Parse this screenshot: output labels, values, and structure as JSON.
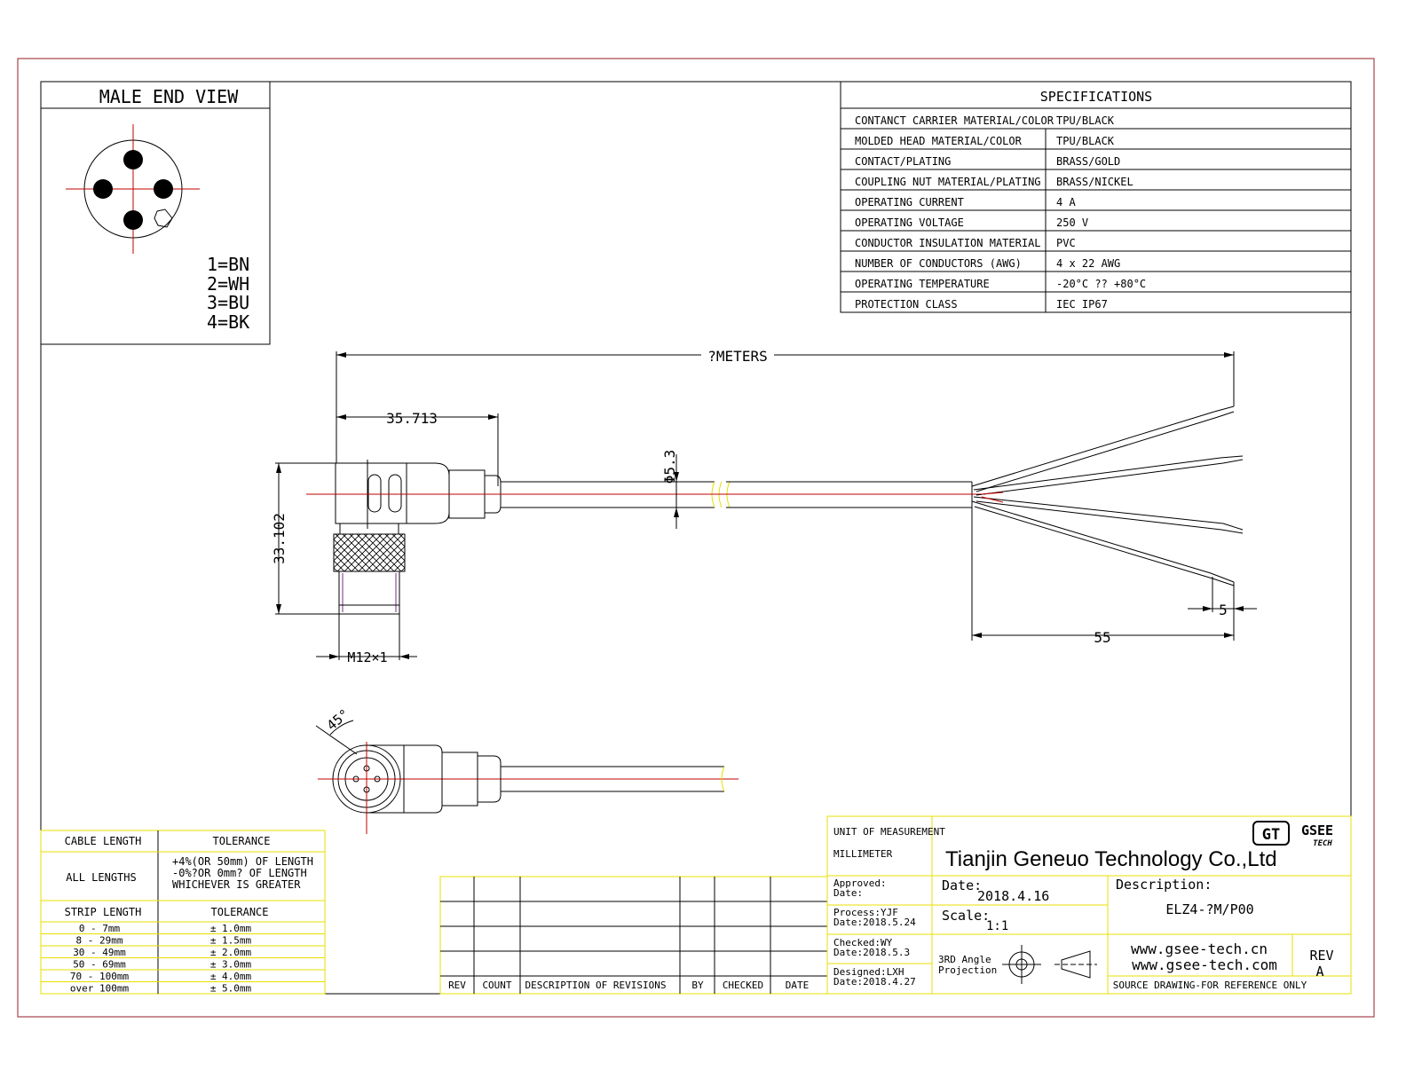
{
  "male_end_view": {
    "title": "MALE END VIEW",
    "pin_legend": [
      "1=BN",
      "2=WH",
      "3=BU",
      "4=BK"
    ]
  },
  "specifications": {
    "title": "SPECIFICATIONS",
    "rows": [
      {
        "label": "CONTANCT CARRIER MATERIAL/COLOR",
        "value": "TPU/BLACK"
      },
      {
        "label": "MOLDED HEAD MATERIAL/COLOR",
        "value": "TPU/BLACK"
      },
      {
        "label": "CONTACT/PLATING",
        "value": "BRASS/GOLD"
      },
      {
        "label": "COUPLING NUT MATERIAL/PLATING",
        "value": "BRASS/NICKEL"
      },
      {
        "label": "OPERATING CURRENT",
        "value": "4 A"
      },
      {
        "label": "OPERATING VOLTAGE",
        "value": "250 V"
      },
      {
        "label": "CONDUCTOR INSULATION MATERIAL",
        "value": "PVC"
      },
      {
        "label": "NUMBER OF CONDUCTORS (AWG)",
        "value": "4 x 22 AWG"
      },
      {
        "label": "OPERATING TEMPERATURE",
        "value": "-20°C ?? +80°C"
      },
      {
        "label": "PROTECTION CLASS",
        "value": "IEC  IP67"
      }
    ]
  },
  "dimensions": {
    "total_length": "?METERS",
    "head_length": "35.713",
    "cable_diameter": "Φ5.3",
    "head_height": "33.102",
    "thread": "M12×1",
    "strip_length": "5",
    "jacket_strip": "55",
    "angle": "45°"
  },
  "tolerance_table": {
    "header_length": "CABLE LENGTH",
    "header_tolerance": "TOLERANCE",
    "all_lengths_label": "ALL LENGTHS",
    "all_lengths_tolerance": [
      "+4%(OR 50mm) OF LENGTH",
      "-0%?OR 0mm? OF LENGTH",
      "WHICHEVER  IS  GREATER"
    ],
    "strip_header_length": "STRIP LENGTH",
    "strip_header_tolerance": "TOLERANCE",
    "strip_rows": [
      {
        "range": "0 - 7mm",
        "tol": "± 1.0mm"
      },
      {
        "range": "8 - 29mm",
        "tol": "± 1.5mm"
      },
      {
        "range": "30 - 49mm",
        "tol": "± 2.0mm"
      },
      {
        "range": "50 - 69mm",
        "tol": "± 3.0mm"
      },
      {
        "range": "70 - 100mm",
        "tol": "± 4.0mm"
      },
      {
        "range": "over 100mm",
        "tol": "± 5.0mm"
      }
    ]
  },
  "revisions": {
    "headers": [
      "REV",
      "COUNT",
      "DESCRIPTION  OF  REVISIONS",
      "BY",
      "CHECKED",
      "DATE"
    ]
  },
  "title_block": {
    "unit_label": "UNIT OF MEASUREMENT",
    "unit_value": "MILLIMETER",
    "company": "Tianjin Geneuo Technology Co.,Ltd",
    "logo_mark": "GT",
    "logo_top": "GSEE",
    "logo_bottom": "TECH",
    "approved_label": "Approved:",
    "approved_date_label": "Date:",
    "process_label": "Process:YJF",
    "process_date": "Date:2018.5.24",
    "checked_label": "Checked:WY",
    "checked_date": "Date:2018.5.3",
    "designed_label": "Designed:LXH",
    "designed_date": "Date:2018.4.27",
    "date_label": "Date:",
    "date_value": "2018.4.16",
    "scale_label": "Scale:",
    "scale_value": "1:1",
    "description_label": "Description:",
    "description_value": "ELZ4-?M/P00",
    "projection_line1": "3RD Angle",
    "projection_line2": "Projection",
    "website1": "www.gsee-tech.cn",
    "website2": "www.gsee-tech.com",
    "rev_label": "REV",
    "rev_value": "A",
    "source_note": "SOURCE DRAWING-FOR REFERENCE ONLY"
  },
  "colors": {
    "frame": "#a5444a",
    "title_block_line": "#e8df00",
    "center_line": "#c00000",
    "drawing_line": "#000000"
  }
}
